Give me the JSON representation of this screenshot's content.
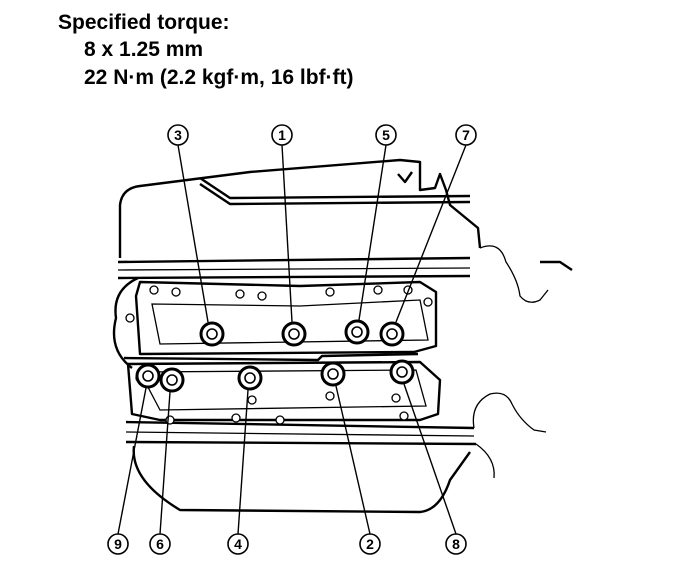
{
  "spec": {
    "heading": "Specified torque:",
    "size": "8 x 1.25 mm",
    "torque": "22 N·m (2.2 kgf·m, 16 lbf·ft)"
  },
  "callouts": {
    "top": [
      "3",
      "1",
      "5",
      "7"
    ],
    "bottom": [
      "9",
      "6",
      "4",
      "2",
      "8"
    ]
  }
}
